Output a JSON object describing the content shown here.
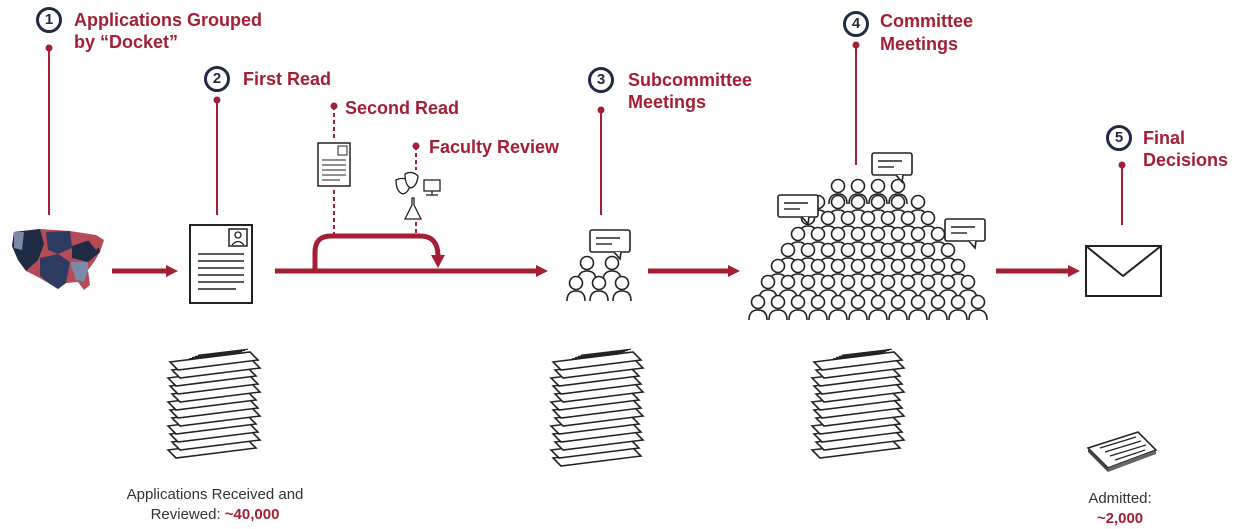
{
  "steps": [
    {
      "number": "1",
      "line1": "Applications Grouped",
      "line2": "by “Docket”"
    },
    {
      "number": "2",
      "line1": "First Read",
      "line2": ""
    },
    {
      "number": "3",
      "line1": "Subcommittee",
      "line2": "Meetings"
    },
    {
      "number": "4",
      "line1": "Committee",
      "line2": "Meetings"
    },
    {
      "number": "5",
      "line1": "Final",
      "line2": "Decisions"
    }
  ],
  "side_reviews": {
    "second_read": "Second Read",
    "faculty_review": "Faculty Review"
  },
  "captions": {
    "received_prefix": "Applications Received and",
    "received_reviewed": "Reviewed: ",
    "received_value": "~40,000",
    "admitted_label": "Admitted:",
    "admitted_value": "~2,000"
  },
  "colors": {
    "accent": "#a31f34",
    "navy": "#1f2a44",
    "icon": "#222222"
  }
}
